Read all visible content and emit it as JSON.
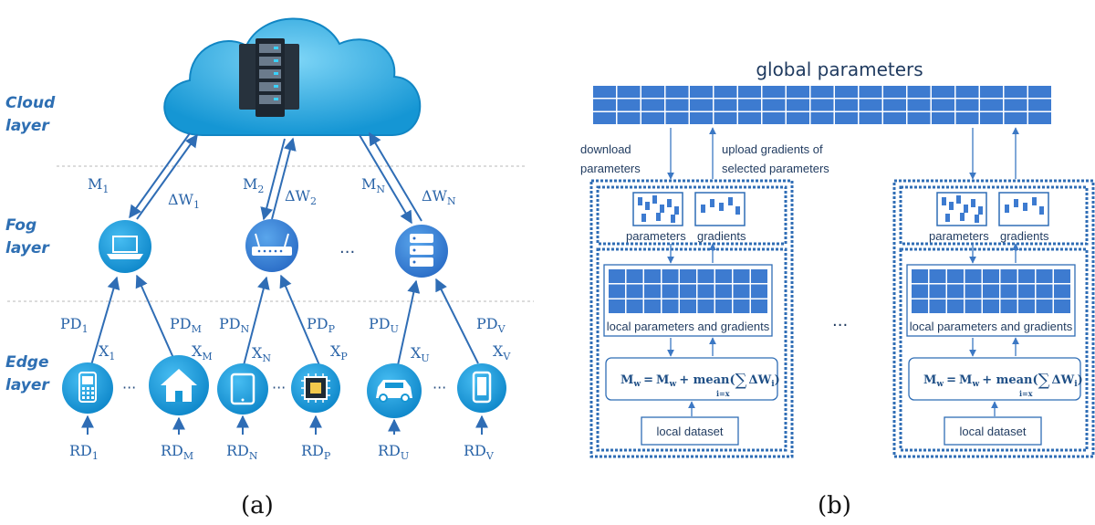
{
  "panel_a": {
    "caption": "(a)",
    "layers": {
      "cloud": [
        "Cloud",
        "layer"
      ],
      "fog": [
        "Fog",
        "layer"
      ],
      "edge": [
        "Edge",
        "layer"
      ]
    },
    "down_models": [
      [
        "M",
        "1"
      ],
      [
        "M",
        "2"
      ],
      [
        "M",
        "N"
      ]
    ],
    "up_updates": [
      [
        "ΔW",
        "1"
      ],
      [
        "ΔW",
        "2"
      ],
      [
        "ΔW",
        "N"
      ]
    ],
    "ellipsis": "···",
    "processed": [
      [
        "PD",
        "1"
      ],
      [
        "PD",
        "M"
      ],
      [
        "PD",
        "N"
      ],
      [
        "PD",
        "P"
      ],
      [
        "PD",
        "U"
      ],
      [
        "PD",
        "V"
      ]
    ],
    "selected": [
      [
        "X",
        "1"
      ],
      [
        "X",
        "M"
      ],
      [
        "X",
        "N"
      ],
      [
        "X",
        "P"
      ],
      [
        "X",
        "U"
      ],
      [
        "X",
        "V"
      ]
    ],
    "raw": [
      [
        "RD",
        "1"
      ],
      [
        "RD",
        "M"
      ],
      [
        "RD",
        "N"
      ],
      [
        "RD",
        "P"
      ],
      [
        "RD",
        "U"
      ],
      [
        "RD",
        "V"
      ]
    ],
    "fog_icons": [
      "laptop-icon",
      "router-icon",
      "server-icon"
    ],
    "edge_icons": [
      "phone-icon",
      "home-icon",
      "tablet-icon",
      "chip-icon",
      "car-icon",
      "smartphone-icon"
    ],
    "colors": {
      "cloud": "#1aa6e0",
      "arrow": "#2f6db5",
      "node": "#1e9fe0",
      "fog_node": "#2f7fd6"
    }
  },
  "panel_b": {
    "caption": "(b)",
    "title": "global parameters",
    "download": [
      "download",
      "parameters"
    ],
    "upload": [
      "upload gradients of",
      "selected parameters"
    ],
    "parameters_label": "parameters",
    "gradients_label": "gradients",
    "local_label": "local parameters and gradients",
    "formula": {
      "lhs": "M",
      "lhs_sub": "w",
      "eq": "=",
      "m": "M",
      "m_sub": "w",
      "plus": "+ mean(",
      "sum": "∑",
      "sum_sub": "i=x",
      "dw": "ΔW",
      "dw_sub": "i",
      "close": ")"
    },
    "dataset_label": "local dataset",
    "ellipsis": "···",
    "colors": {
      "grid": "#3d7bd0",
      "border": "#2f6db5"
    }
  }
}
